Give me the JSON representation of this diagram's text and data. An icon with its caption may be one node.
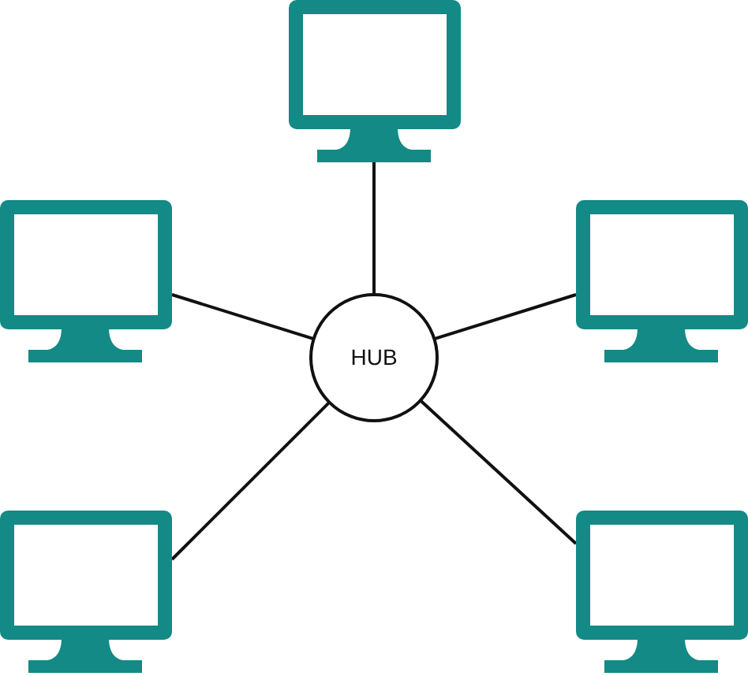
{
  "diagram": {
    "nodes": [
      {
        "text": [],
        "shape": "monitor"
      },
      {
        "text": [],
        "shape": "monitor"
      },
      {
        "text": [],
        "shape": "monitor"
      },
      {
        "text": [
          "HUB"
        ]
      },
      {
        "text": [],
        "shape": "monitor"
      },
      {
        "text": [],
        "shape": "monitor"
      }
    ],
    "edges": [
      {
        "from": 3,
        "to": 0,
        "arrow": "none"
      },
      {
        "from": 3,
        "to": 1,
        "arrow": "none"
      },
      {
        "from": 3,
        "to": 2,
        "arrow": "none"
      },
      {
        "from": 3,
        "to": 4,
        "arrow": "none"
      },
      {
        "from": 3,
        "to": 5,
        "arrow": "none"
      }
    ]
  }
}
